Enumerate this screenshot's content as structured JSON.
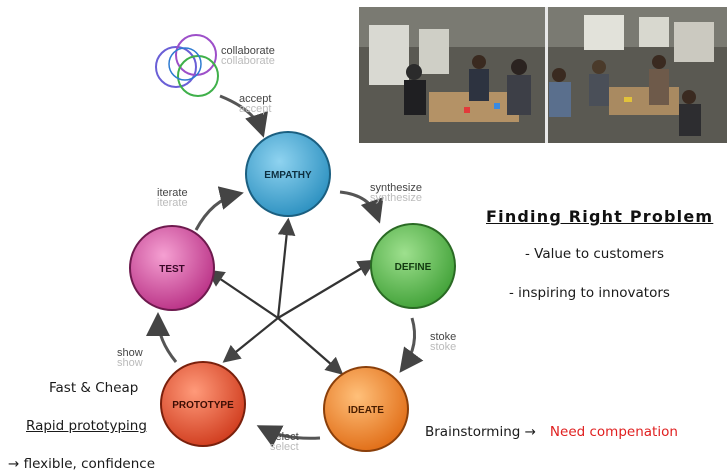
{
  "stages": {
    "empathy": "EMPATHY",
    "define": "DEFINE",
    "ideate": "IDEATE",
    "prototype": "PROTOTYPE",
    "test": "TEST"
  },
  "transitions": {
    "collaborate": "collaborate",
    "accept": "accept",
    "synthesize": "synthesize",
    "stoke": "stoke",
    "select": "select",
    "show": "show",
    "iterate": "iterate"
  },
  "right_panel": {
    "heading": "Finding Right Problem",
    "bullet1": "- Value to customers",
    "bullet2": "- inspiring to innovators",
    "brainstorming": "Brainstorming →",
    "need": "Need compenation"
  },
  "left_notes": {
    "fast_cheap": "Fast & Cheap",
    "rapid": "Rapid prototyping",
    "flexible": "→ flexible, confidence"
  },
  "colors": {
    "empathy": "#3ba9d6",
    "define": "#55b84a",
    "ideate": "#f08a2a",
    "prototype": "#e8502e",
    "test": "#d64a9e",
    "need": "#e02020"
  }
}
